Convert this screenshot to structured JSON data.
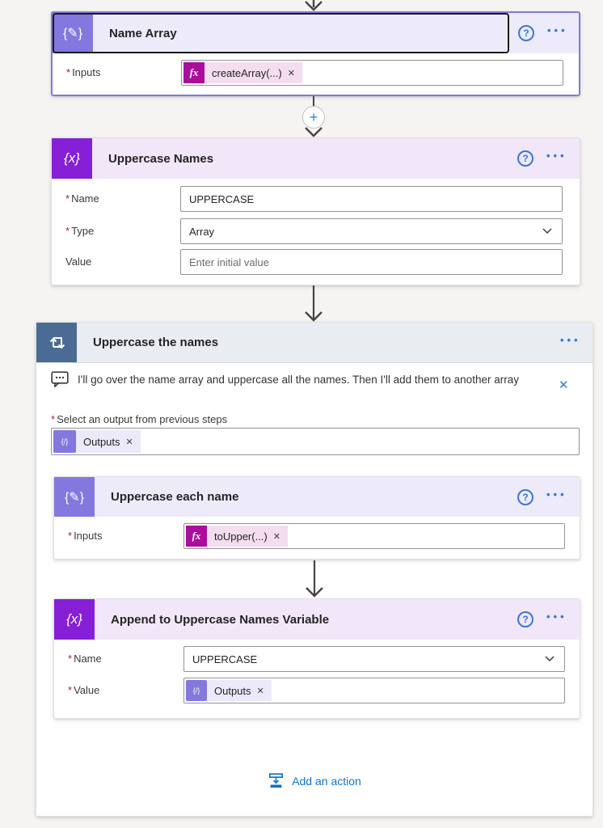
{
  "ui": {
    "required_marker": "*",
    "close_glyph": "✕",
    "help_glyph": "?",
    "more_glyph": "•••",
    "plus_glyph": "+"
  },
  "icons": {
    "compose_glyph": "{✎}",
    "variable_glyph": "{x}",
    "fx_glyph": "fx",
    "outputs_glyph": "{/}"
  },
  "colors": {
    "compose_purple": "#8378DE",
    "variable_purple": "#871FD6",
    "loop_blue": "#4A6B94",
    "fx_magenta": "#AA0E9D",
    "icon_blue": "#3A76D6",
    "link_blue": "#1273C4",
    "selected_border": "#8378DE"
  },
  "name_array": {
    "title": "Name Array",
    "inputs_label": "Inputs",
    "inputs_token": "createArray(...)"
  },
  "uppercase_names": {
    "title": "Uppercase Names",
    "name_label": "Name",
    "name_value": "UPPERCASE",
    "type_label": "Type",
    "type_value": "Array",
    "value_label": "Value",
    "value_placeholder": "Enter initial value"
  },
  "apply_to_each": {
    "title": "Uppercase the names",
    "comment": "I'll go over the name array and uppercase all the names. Then I'll add them to another array",
    "select_label": "Select an output from previous steps",
    "select_token": "Outputs",
    "add_action_label": "Add an action"
  },
  "uppercase_each": {
    "title": "Uppercase each name",
    "inputs_label": "Inputs",
    "inputs_token": "toUpper(...)"
  },
  "append_variable": {
    "title": "Append to Uppercase Names Variable",
    "name_label": "Name",
    "name_value": "UPPERCASE",
    "value_label": "Value",
    "value_token": "Outputs"
  }
}
